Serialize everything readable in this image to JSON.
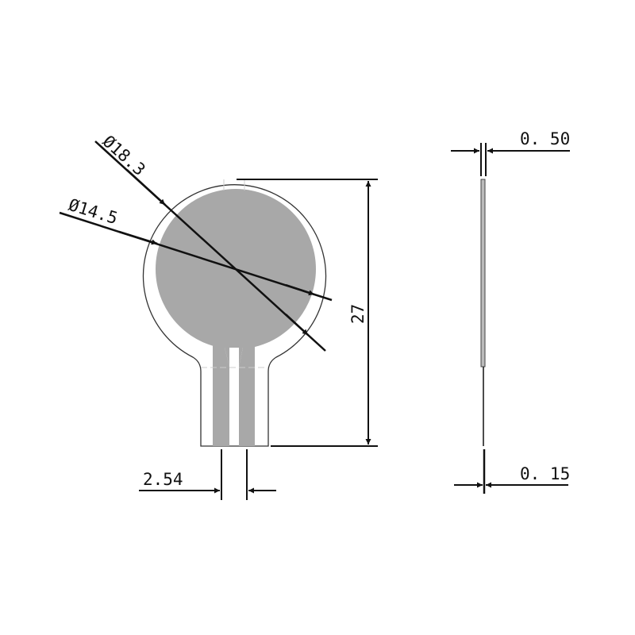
{
  "drawing": {
    "labels": {
      "outer_diameter": "Ø18.3",
      "active_diameter": "Ø14.5",
      "length": "27",
      "pitch": "2.54",
      "total_thickness": "0. 50",
      "tail_thickness": "0. 15"
    },
    "colors": {
      "line": "#111111",
      "active_area": "#a8a8a8",
      "outline": "#333333"
    }
  }
}
